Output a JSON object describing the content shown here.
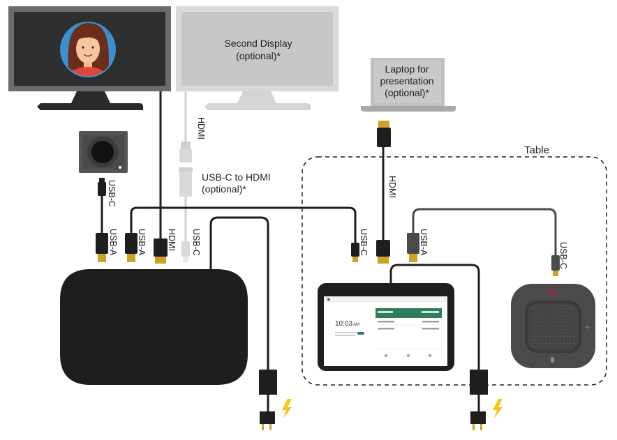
{
  "devices": {
    "second_display": {
      "line1": "Second Display",
      "line2": "(optional)*"
    },
    "laptop": {
      "line1": "Laptop for",
      "line2": "presentation",
      "line3": "(optional)*"
    },
    "table_label": "Table",
    "adapter_label": {
      "line1": "USB-C to HDMI",
      "line2": "(optional)*"
    }
  },
  "cable_labels": {
    "hdmi_second_display": "HDMI",
    "hdmi_laptop": "HDMI",
    "usbc_camera": "USB-C",
    "usba_camera": "USB-A",
    "usba_compute": "USB-A",
    "hdmi_compute": "HDMI",
    "usbc_compute": "USB-C",
    "usbc_touch": "USB-C",
    "usba_speaker": "USB-A",
    "usbc_speaker": "USB-C"
  },
  "touch_controller": {
    "time": "10:03",
    "ampm": "AM"
  },
  "colors": {
    "dark": "#1e1e1e",
    "monitor_frame": "#6b6b6b",
    "monitor_screen": "#2e2e2e",
    "second_display": "#d9d9d9",
    "laptop": "#bfbfbf",
    "light_cable": "#cfcfcf",
    "speaker_gray": "#4a4a4a",
    "power_bolt": "#f5c518",
    "accent_green": "#2e7d5b",
    "speaker_red": "#c8102e"
  }
}
